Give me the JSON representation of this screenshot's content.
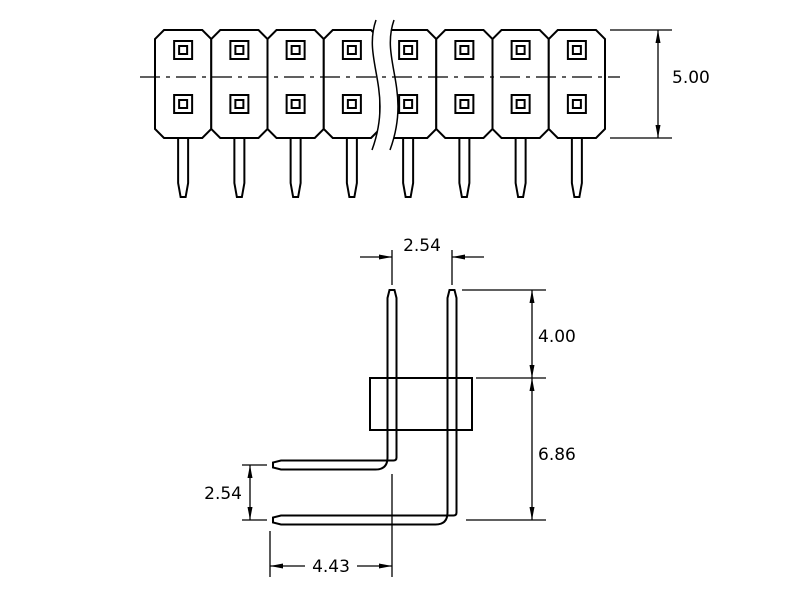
{
  "front_view": {
    "positions": 8,
    "rows": 2,
    "dimensions": {
      "body_height": "5.00"
    }
  },
  "side_view": {
    "dimensions": {
      "pin_pitch": "2.54",
      "pin_length": "4.00",
      "overall_height": "6.86",
      "row_pitch": "2.54",
      "tail_length": "4.43"
    }
  }
}
